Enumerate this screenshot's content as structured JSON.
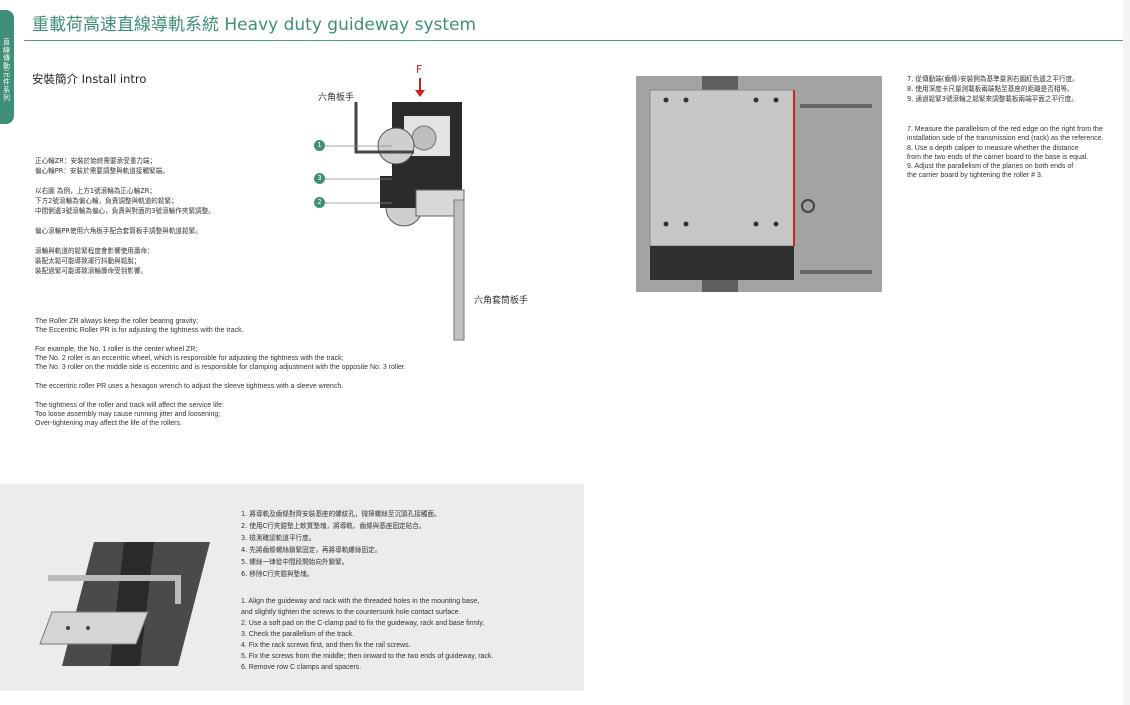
{
  "side_tab": {
    "text": "直線傳動元件系列"
  },
  "header": {
    "title": "重載荷高速直線導軌系統 Heavy duty guideway system"
  },
  "section": {
    "title": "安裝簡介 Install intro"
  },
  "diagram": {
    "force_label": "F",
    "hex_wrench_label": "六角板手",
    "socket_wrench_label": "六角套筒板手",
    "numbers": [
      "1",
      "3",
      "2"
    ]
  },
  "zh_intro": [
    "正心輪ZR：安裝於始終需要承受重力端；",
    "偏心輪PR：安裝於需要調整與軌道接觸緊端。",
    "",
    "以右圖 為例，上方1號滾輪為正心輪ZR；",
    "下方2號滾輪為偏心輪，負責調整與軌道的鬆緊；",
    "中間側邊3號滾輪為偏心，負責與對面的3號滾輪作夾緊調整。",
    "",
    "偏心滾輪PR使用六角板手配合套筒板手調整與軌道鬆緊。",
    "",
    "滾輪與軌道的鬆緊程度會影響使用壽命：",
    "裝配太鬆可能導致運行抖動與鬆脫；",
    "裝配過緊可能導致滾輪壽命受到影響。"
  ],
  "en_intro": [
    "The Roller ZR always keep the roller bearing gravity;",
    "The Eccentric Roller PR is for adjusting the tightness with the track.",
    "",
    "For example, the No. 1 roller is the center wheel ZR;",
    "The No. 2 roller is an eccentric wheel, which is responsible for adjusting the tightness with the track;",
    "The No. 3 roller on the middle side is eccentric and is responsible for clamping adjustment with the opposite No. 3 roller.",
    "",
    "The eccentric roller PR uses a hexagon wrench to adjust the sleeve tightness with a sleeve wrench.",
    "",
    "The tightness of the roller and track will affect the service life:",
    "Too loose assembly may cause running jitter and loosening;",
    "Over-tightening may affect the life of the rollers."
  ],
  "right_zh": [
    "7. 從傳動端(齒條)安裝側為基準量測右圖紅色邊之平行度。",
    "8. 使用深度卡尺量測載板兩端點至基座的距離是否相等。",
    "9. 通過鬆緊3號滾輪之鬆緊來調整載板兩端平面之平行度。"
  ],
  "right_en": [
    "7. Measure the parallelism of the red edge on the right from the",
    "installation side of the transmission end (rack) as the reference.",
    "8. Use a depth caliper to measure whether the distance",
    "from the two ends of the carrier board to the base is equal.",
    "9. Adjust the parallelism of the planes on both ends of",
    "the carrier board by tightening the roller # 3."
  ],
  "bottom_zh": [
    "1. 將導軌及齒條對齊安裝基座的螺紋孔，微擰螺絲至沉頭孔接觸面。",
    "2. 使用C行夾鉗墊上軟質墊塊，將導軌、齒條與基座固定貼合。",
    "3. 檢測確認軌道平行度。",
    "4. 先將齒條螺絲鎖緊固定，再將導軌螺絲固定。",
    "5. 螺絲一律從中間段開始向外鎖緊。",
    "6. 移除C行夾鉗與墊塊。"
  ],
  "bottom_en": [
    "1. Align the guideway and rack with the threaded holes in the mounting base,",
    "and slightly tighten the screws to the countersunk hole contact surface.",
    "2. Use a soft pad on the C-clamp pad to fix the guideway, rack and base firmly.",
    "3. Check the parallelism of the track.",
    "4. Fix the rack screws first, and then fix the rail screws.",
    "5. Fix the screws from the middle; then onward to the two ends of guideway, rack.",
    "6. Remove row C clamps and spacers."
  ],
  "colors": {
    "accent": "#3f8f78",
    "red_edge": "#cc2222",
    "panel_bg": "#ececec"
  }
}
